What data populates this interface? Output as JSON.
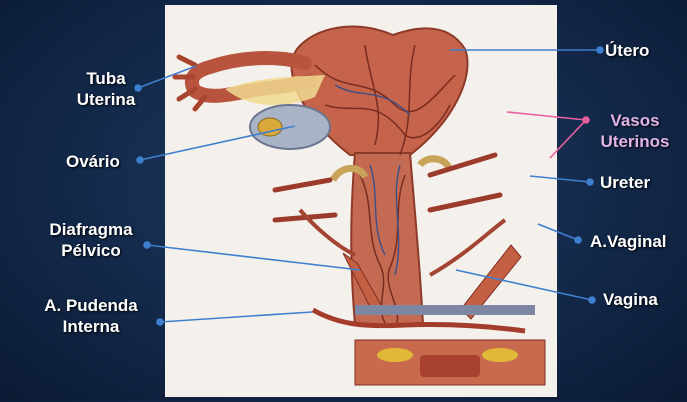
{
  "labels": {
    "tuba_uterina": "Tuba\nUterina",
    "ovario": "Ovário",
    "diafragma_pelvico": "Diafragma\nPélvico",
    "pudenda_interna": "A. Pudenda\nInterna",
    "utero": "Útero",
    "vasos_uterinos": "Vasos\nUterinos",
    "ureter": "Ureter",
    "vaginal": "A.Vaginal",
    "vagina": "Vagina"
  },
  "colors": {
    "leader_line": "#3f7fcf",
    "vessel_leader": "#e85fa0",
    "accent_label": "#e0b3e9"
  }
}
